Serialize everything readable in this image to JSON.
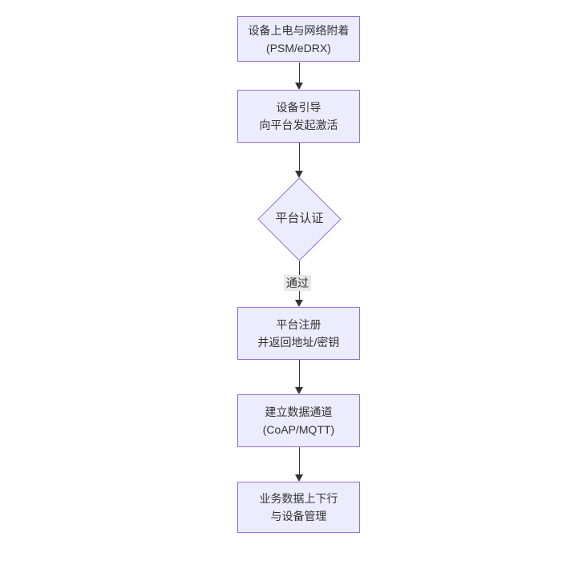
{
  "diagram": {
    "type": "flowchart",
    "direction": "top-down",
    "colors": {
      "node_fill": "#ECECFF",
      "node_border": "#9370DB",
      "edge": "#333333",
      "edge_label_bg": "#e8e8e8",
      "text": "#333333",
      "background": "#ffffff"
    },
    "nodes": [
      {
        "id": "A",
        "shape": "rect",
        "lines": [
          "设备上电与网络附着",
          "(PSM/eDRX)"
        ]
      },
      {
        "id": "B",
        "shape": "rect",
        "lines": [
          "设备引导",
          "向平台发起激活"
        ]
      },
      {
        "id": "C",
        "shape": "diamond",
        "lines": [
          "平台认证"
        ]
      },
      {
        "id": "D",
        "shape": "rect",
        "lines": [
          "平台注册",
          "并返回地址/密钥"
        ]
      },
      {
        "id": "E",
        "shape": "rect",
        "lines": [
          "建立数据通道",
          "(CoAP/MQTT)"
        ]
      },
      {
        "id": "F",
        "shape": "rect",
        "lines": [
          "业务数据上下行",
          "与设备管理"
        ]
      }
    ],
    "edges": [
      {
        "from": "A",
        "to": "B",
        "label": ""
      },
      {
        "from": "B",
        "to": "C",
        "label": ""
      },
      {
        "from": "C",
        "to": "D",
        "label": "通过"
      },
      {
        "from": "D",
        "to": "E",
        "label": ""
      },
      {
        "from": "E",
        "to": "F",
        "label": ""
      }
    ]
  }
}
